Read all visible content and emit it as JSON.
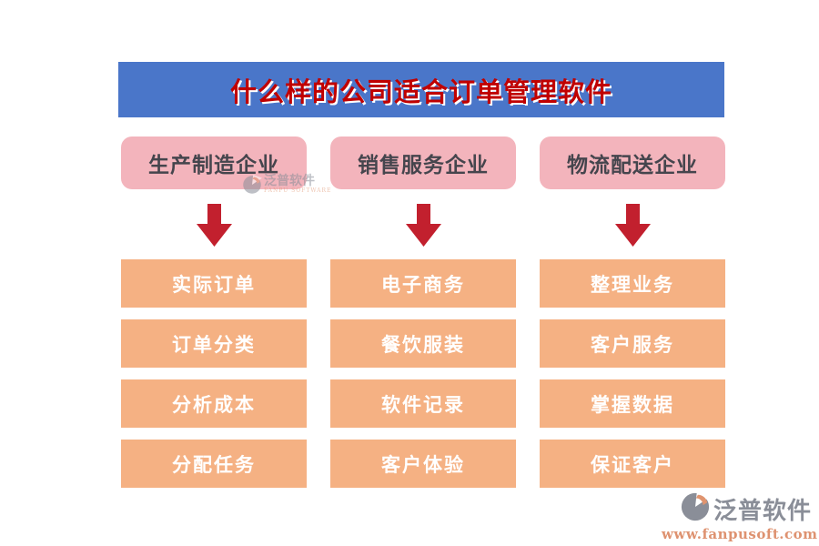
{
  "page": {
    "title_banner": {
      "text": "什么样的公司适合订单管理软件",
      "bg_color": "#4a76c9",
      "text_color": "#c00000",
      "text_shadow_color": "#ffffff"
    },
    "columns": [
      {
        "header": "生产制造企业",
        "items": [
          "实际订单",
          "订单分类",
          "分析成本",
          "分配任务"
        ]
      },
      {
        "header": "销售服务企业",
        "items": [
          "电子商务",
          "餐饮服装",
          "软件记录",
          "客户体验"
        ]
      },
      {
        "header": "物流配送企业",
        "items": [
          "整理业务",
          "客户服务",
          "掌握数据",
          "保证客户"
        ]
      }
    ],
    "colors": {
      "header_pink": "#f3b4bc",
      "item_orange": "#f5b183",
      "arrow_red": "#c2202e",
      "footer_gray": "#8a8e98",
      "footer_orange": "#de9270"
    },
    "watermark": {
      "brand": "泛普软件",
      "subtext": "FANPU SOFTWARE"
    },
    "footer": {
      "brand": "泛普软件",
      "url": "www.fanpusoft.com"
    }
  }
}
